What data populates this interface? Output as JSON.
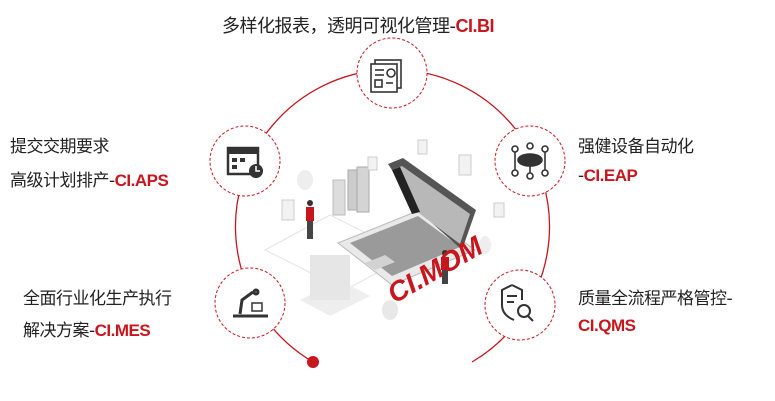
{
  "center_label": "CI.MOM",
  "modules": [
    {
      "text": "多样化报表，透明可视化管理-",
      "code": "CI.BI",
      "icon": "report-dashboard-icon"
    },
    {
      "line1": "提交交期要求",
      "text": "高级计划排产-",
      "code": "CI.APS",
      "icon": "calendar-clock-icon"
    },
    {
      "line1": "强健设备自动化",
      "text": "-",
      "code": "CI.EAP",
      "icon": "cloud-network-icon"
    },
    {
      "line1": "全面行业化生产执行",
      "text": "解决方案-",
      "code": "CI.MES",
      "icon": "robot-arm-icon"
    },
    {
      "line1": "质量全流程严格管控-",
      "text": "",
      "code": "CI.QMS",
      "icon": "shield-search-icon"
    }
  ],
  "colors": {
    "accent": "#c8161d",
    "text": "#222222"
  }
}
